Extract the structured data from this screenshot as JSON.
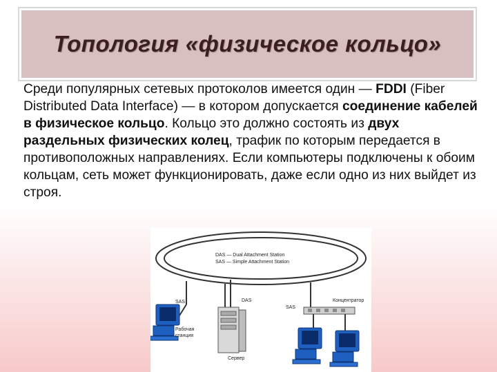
{
  "slide": {
    "title": "Топология «физическое кольцо»",
    "paragraph": [
      {
        "text": "Среди популярных сетевых протоколов имеется один — ",
        "bold": false
      },
      {
        "text": "FDDI",
        "bold": true
      },
      {
        "text": " (Fiber Distributed Data Interface) — в котором допускается ",
        "bold": false
      },
      {
        "text": "соединение кабелей в физическое кольцо",
        "bold": true
      },
      {
        "text": ". Кольцо это должно состоять из ",
        "bold": false
      },
      {
        "text": "двух раздельных физических колец",
        "bold": true
      },
      {
        "text": ", трафик по которым передается в противоположных направлениях. Если компьютеры подключены к обоим кольцам, сеть может функционировать, даже если одно из них выйдет из строя.",
        "bold": false
      }
    ]
  },
  "diagram": {
    "legend_line1": "DAS — Dual Attachment Station",
    "legend_line2": "SAS — Simple Attachment Station",
    "label_sas_left": "SAS",
    "label_das": "DAS",
    "label_sas_right": "SAS",
    "label_concentrator": "Концентратор",
    "label_workstation_1": "Рабочая",
    "label_workstation_2": "станция",
    "label_server": "Сервер",
    "colors": {
      "monitor": "#1f5fbf",
      "screen": "#0a2c6b",
      "line": "#333333"
    }
  }
}
